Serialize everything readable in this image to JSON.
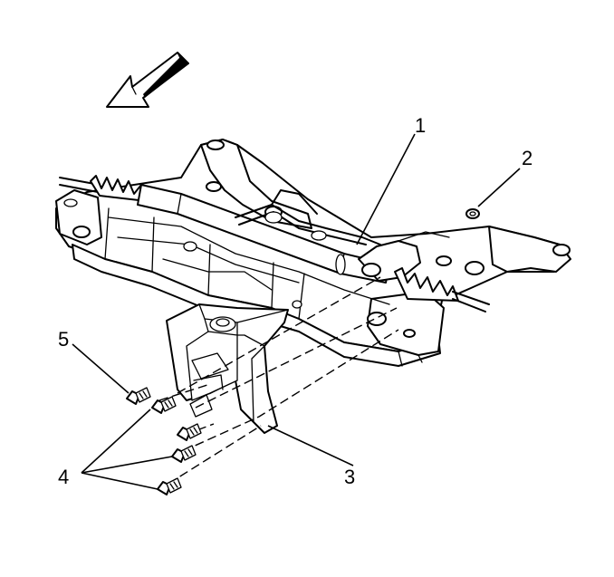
{
  "callouts": {
    "c1": "1",
    "c2": "2",
    "c3": "3",
    "c4": "4",
    "c5": "5"
  },
  "icons": {
    "direction_arrow": "front-direction-arrow-icon"
  }
}
